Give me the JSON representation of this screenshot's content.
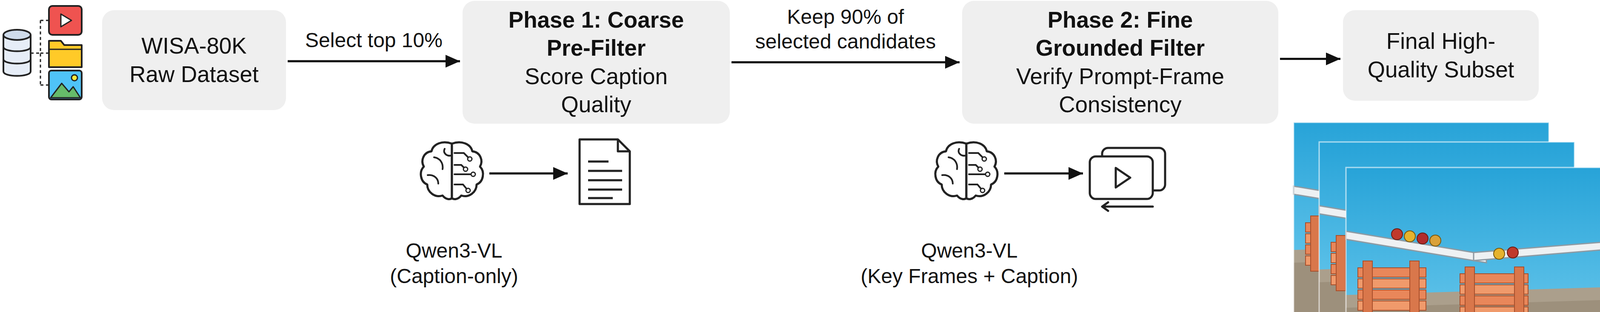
{
  "diagram": {
    "nodes": [
      {
        "text": [
          "WISA-80K Raw Dataset"
        ]
      },
      {
        "text": [
          "Phase 1: Coarse Pre-Filter",
          "Score Caption Quality"
        ]
      },
      {
        "text": [
          "Phase 2: Fine Grounded Filter",
          "Verify Prompt-Frame Consistency"
        ]
      },
      {
        "text": [
          "Final High-Quality Subset"
        ]
      }
    ],
    "edges": [
      {
        "from": 0,
        "to": 1,
        "label": "Select top 10%",
        "arrow": "to"
      },
      {
        "from": 1,
        "to": 2,
        "label": "Keep 90% of selected candidates",
        "arrow": "to"
      },
      {
        "from": 2,
        "to": 3,
        "arrow": "to"
      }
    ],
    "labels": [
      "Qwen3-VL",
      "(Caption-only)",
      "Qwen3-VL",
      "(Key Frames + Caption)"
    ]
  }
}
